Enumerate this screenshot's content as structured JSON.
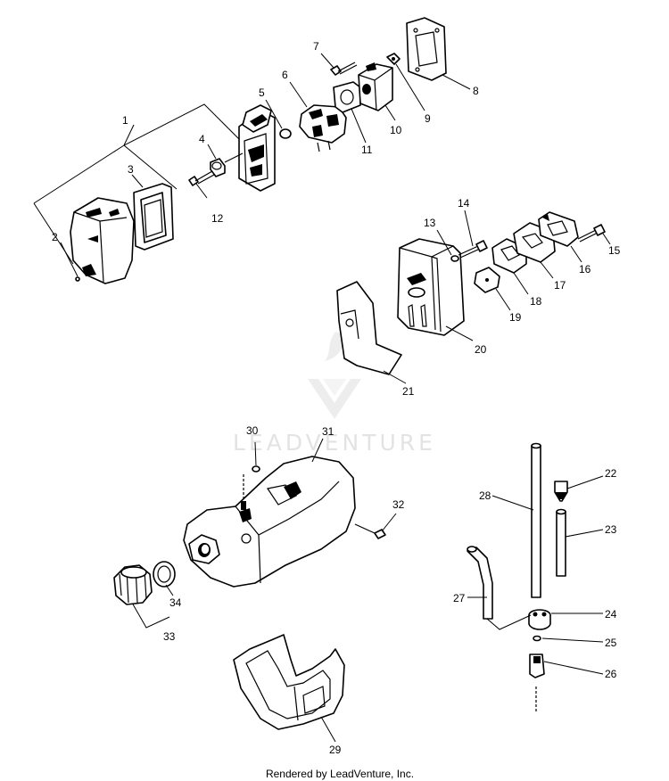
{
  "diagram": {
    "watermark": {
      "text": "LEADVENTURE"
    },
    "footer": "Rendered by LeadVenture, Inc.",
    "labels": [
      "1",
      "2",
      "3",
      "4",
      "5",
      "6",
      "7",
      "8",
      "9",
      "10",
      "11",
      "12",
      "13",
      "14",
      "15",
      "16",
      "17",
      "18",
      "19",
      "20",
      "21",
      "22",
      "23",
      "24",
      "25",
      "26",
      "27",
      "28",
      "29",
      "30",
      "31",
      "32",
      "33",
      "34"
    ]
  }
}
